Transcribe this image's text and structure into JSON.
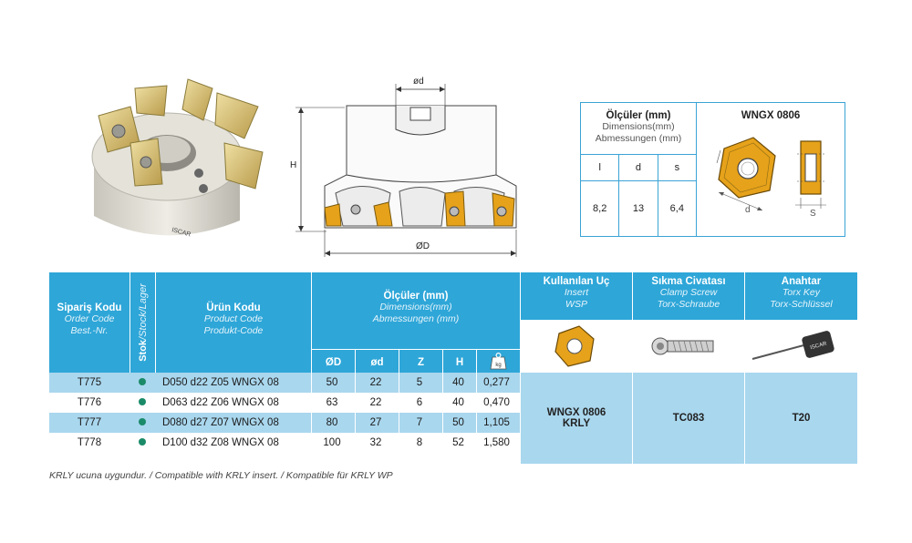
{
  "drawing": {
    "od_label": "ød",
    "od_big_label": "ØD",
    "h_label": "H",
    "brand": "ISCAR"
  },
  "insert_box": {
    "title": "Ölçüler (mm)",
    "subtitle1": "Dimensions(mm)",
    "subtitle2": "Abmessungen (mm)",
    "cols": [
      "l",
      "d",
      "s"
    ],
    "values": [
      "8,2",
      "13",
      "6,4"
    ],
    "insert_name": "WNGX 0806",
    "d_label": "d",
    "s_label": "S"
  },
  "table": {
    "headers": {
      "order": {
        "main": "Sipariş Kodu",
        "sub1": "Order Code",
        "sub2": "Best.-Nr."
      },
      "stock": {
        "bold": "Stok",
        "rest": "/Stock/Lager"
      },
      "product": {
        "main": "Ürün Kodu",
        "sub1": "Product Code",
        "sub2": "Produkt-Code"
      },
      "dims": {
        "main": "Ölçüler (mm)",
        "sub1": "Dimensions(mm)",
        "sub2": "Abmessungen (mm)"
      },
      "dim_cols": [
        "ØD",
        "ød",
        "Z",
        "H"
      ],
      "insert": {
        "main": "Kullanılan Uç",
        "sub1": "Insert",
        "sub2": "WSP"
      },
      "screw": {
        "main": "Sıkma Civatası",
        "sub1": "Clamp Screw",
        "sub2": "Torx-Schraube"
      },
      "key": {
        "main": "Anahtar",
        "sub1": "Torx Key",
        "sub2": "Torx-Schlüssel"
      }
    },
    "rows": [
      {
        "code": "T775",
        "product": "D050 d22 Z05 WNGX 08",
        "D": "50",
        "d": "22",
        "Z": "5",
        "H": "40",
        "kg": "0,277"
      },
      {
        "code": "T776",
        "product": "D063 d22 Z06 WNGX 08",
        "D": "63",
        "d": "22",
        "Z": "6",
        "H": "40",
        "kg": "0,470"
      },
      {
        "code": "T777",
        "product": "D080 d27 Z07 WNGX 08",
        "D": "80",
        "d": "27",
        "Z": "7",
        "H": "50",
        "kg": "1,105"
      },
      {
        "code": "T778",
        "product": "D100 d32 Z08 WNGX 08",
        "D": "100",
        "d": "32",
        "Z": "8",
        "H": "52",
        "kg": "1,580"
      }
    ],
    "insert_value": {
      "line1": "WNGX 0806",
      "line2": "KRLY"
    },
    "screw_value": "TC083",
    "key_value": "T20",
    "key_brand": "ISCAR"
  },
  "note": "KRLY ucuna uygundur. / Compatible with KRLY insert. / Kompatible für KRLY WP",
  "colors": {
    "header_blue": "#2ea6d8",
    "row_light": "#a9d7ee",
    "insert_gold": "#e6a21a",
    "stock_dot": "#1a8a68"
  }
}
